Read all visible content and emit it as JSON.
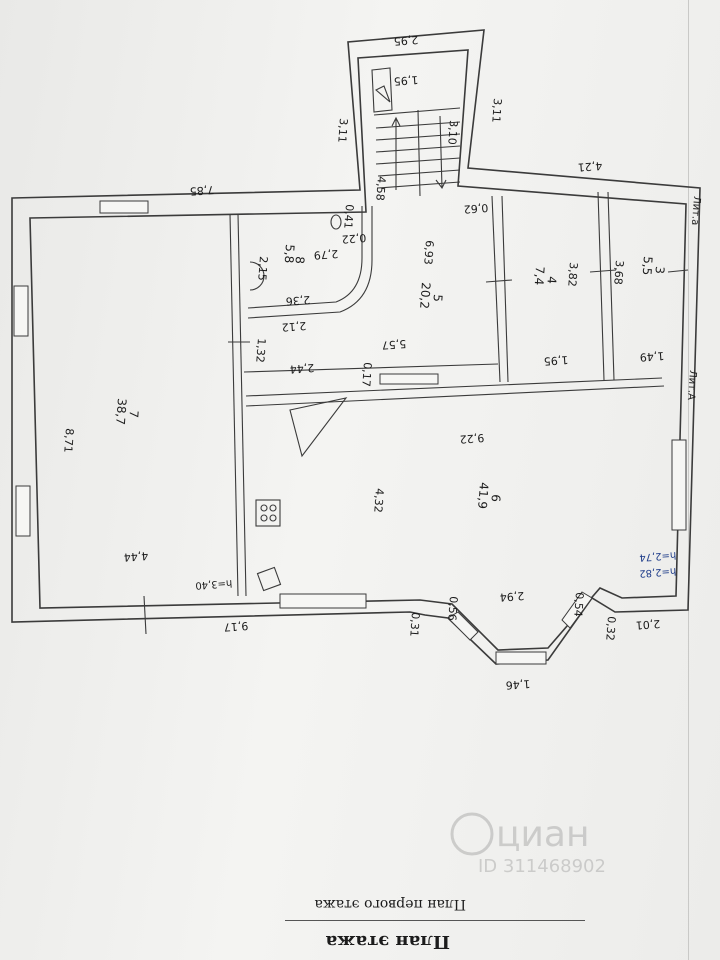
{
  "plan": {
    "caption": "План первого этажа",
    "stamp": "План этажа",
    "watermark": {
      "brand": "циан",
      "id": "ID 311468902"
    }
  },
  "dims": {
    "top": "2,95",
    "stair_left": "3,11",
    "stair_right": "3,11",
    "stair_inner_top": "1,95",
    "stair_inner_v": "3,10",
    "stair_bottom": "4,58",
    "left_top": "7,85",
    "right_top": "4,21",
    "left_wall": "8,71",
    "left_inner": "4,44",
    "bottom_left": "9,17",
    "bath_a": "0,41",
    "bath_b": "0,22",
    "bath_c": "2,79",
    "bath_d": "2,15",
    "bath_e": "2,36",
    "bath_f": "2,12",
    "bath_g": "1,32",
    "hall_a": "0,62",
    "hall_b": "6,93",
    "hall_c": "5,57",
    "hall_d": "2,44",
    "hall_e": "0,17",
    "room4_a": "3,82",
    "room4_b": "1,95",
    "room3_a": "3,68",
    "room3_b": "1,49",
    "big_a": "9,22",
    "big_b": "4,32",
    "bay_l": "0,56",
    "bay_c": "2,94",
    "bay_r": "0,54",
    "bay_side_l": "0,31",
    "bay_side_r": "0,32",
    "bay_bottom": "1,46",
    "right_bottom": "2,01"
  },
  "rooms": [
    {
      "no": "7",
      "area": "38,7"
    },
    {
      "no": "8",
      "area": "5,8"
    },
    {
      "no": "5",
      "area": "20,2"
    },
    {
      "no": "4",
      "area": "7,4"
    },
    {
      "no": "3",
      "area": "5,5"
    },
    {
      "no": "6",
      "area": "41,9"
    }
  ],
  "labels": {
    "lit_a": "Лит.а",
    "lit_A": "Лит.А",
    "h_left": "h=3,40",
    "h_right_1": "h=2,74",
    "h_right_2": "h=2,82"
  }
}
